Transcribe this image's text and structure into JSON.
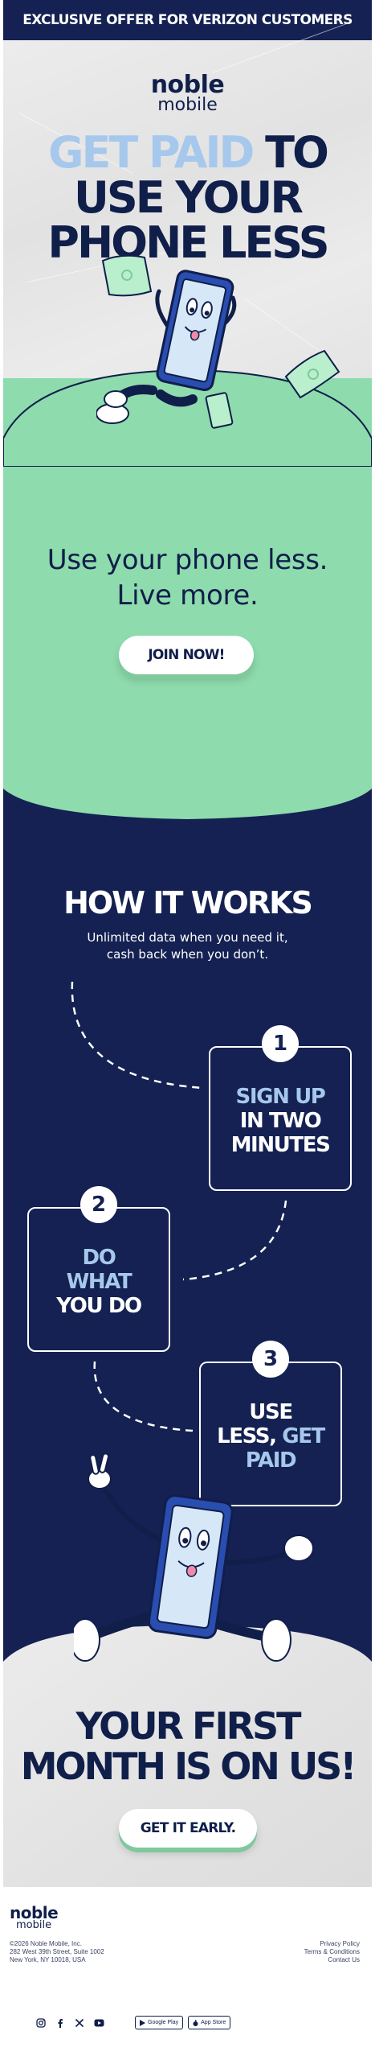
{
  "banner": {
    "text": "EXCLUSIVE OFFER FOR VERIZON CUSTOMERS"
  },
  "logo": {
    "line1": "noble",
    "line2": "mobile"
  },
  "hero": {
    "headline_accent": "GET PAID",
    "headline_rest_1": " TO",
    "headline_2": "USE YOUR",
    "headline_3": "PHONE LESS"
  },
  "green": {
    "line1": "Use your phone less.",
    "line2": "Live more.",
    "cta": "JOIN NOW!"
  },
  "how_it_works": {
    "title": "HOW IT WORKS",
    "subtitle_1": "Unlimited data when you need it,",
    "subtitle_2": "cash back when you don’t.",
    "steps": [
      {
        "number": "1",
        "line1": "SIGN UP",
        "line2": "IN TWO",
        "line3": "MINUTES"
      },
      {
        "number": "2",
        "line1": "DO",
        "line2": "WHAT",
        "line3": "YOU DO"
      },
      {
        "number": "3",
        "line1": "USE",
        "line2a": "LESS, ",
        "line2b": "GET",
        "line3": "PAID"
      }
    ]
  },
  "bottom": {
    "line1": "YOUR FIRST",
    "line2": "MONTH IS ON US!",
    "cta": "GET IT EARLY."
  },
  "footer": {
    "logo_line1": "noble",
    "logo_line2": "mobile",
    "address_1": "©2026 Noble Mobile, Inc.",
    "address_2": "282 West 39th Street, Suite 1002",
    "address_3": "New York, NY 10018, USA",
    "links": {
      "privacy": "Privacy Policy",
      "terms": "Terms & Conditions",
      "contact": "Contact Us"
    },
    "social_icons": [
      "instagram-icon",
      "facebook-icon",
      "x-icon",
      "youtube-icon"
    ],
    "stores": {
      "google": "Google Play",
      "apple": "App Store"
    }
  },
  "colors": {
    "navy": "#142152",
    "ink": "#101e4a",
    "mint": "#8edbad",
    "sky": "#a6c8ec",
    "paper": "#e6e6e6"
  }
}
